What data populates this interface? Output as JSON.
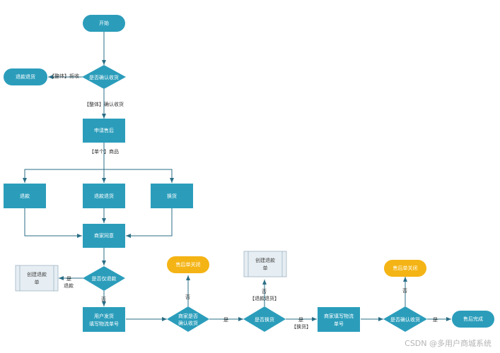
{
  "nodes": {
    "start": "开始",
    "refund_top": "退款退货",
    "confirm_receipt_1": "是否确认收货",
    "apply_after_sale": "申请售后",
    "refund": "退款",
    "refund_return": "退款退货",
    "exchange": "换货",
    "merchant_agree": "商家同意",
    "only_refund": "是否仅退款",
    "create_refund_1_line1": "创建退款",
    "create_refund_1_line2": "单",
    "user_ship_line1": "用户发货",
    "user_ship_line2": "填写物流单号",
    "close_1": "售后单关闭",
    "merchant_confirm_line1": "商家是否",
    "merchant_confirm_line2": "确认收货",
    "create_refund_2_line1": "创建退款",
    "create_refund_2_line2": "单",
    "is_exchange": "是否换货",
    "merchant_fill_line1": "商家填写物流",
    "merchant_fill_line2": "单号",
    "close_2": "售后单关闭",
    "confirm_receipt_2": "是否确认收货",
    "done": "售后完成"
  },
  "edges": {
    "whole_reject_bracket": "【整体】",
    "whole_reject": "拒收",
    "whole_confirm": "【整体】确认收货",
    "single_product": "【单个】商品",
    "yes_refund_1": "是",
    "yes_refund_2": "退款",
    "no_1": "否",
    "no_2": "否",
    "yes_1": "是",
    "refund_return_branch": "【退款退货】",
    "no_3": "否",
    "yes_2": "是",
    "exchange_branch": "【换货】",
    "no_4": "否",
    "yes_3": "是"
  },
  "watermark": "CSDN @多用户商城系统",
  "colors": {
    "process": "#2b9dbb",
    "terminal_end": "#f4b415",
    "document": "#e6eef3",
    "line": "#2a6e86"
  }
}
